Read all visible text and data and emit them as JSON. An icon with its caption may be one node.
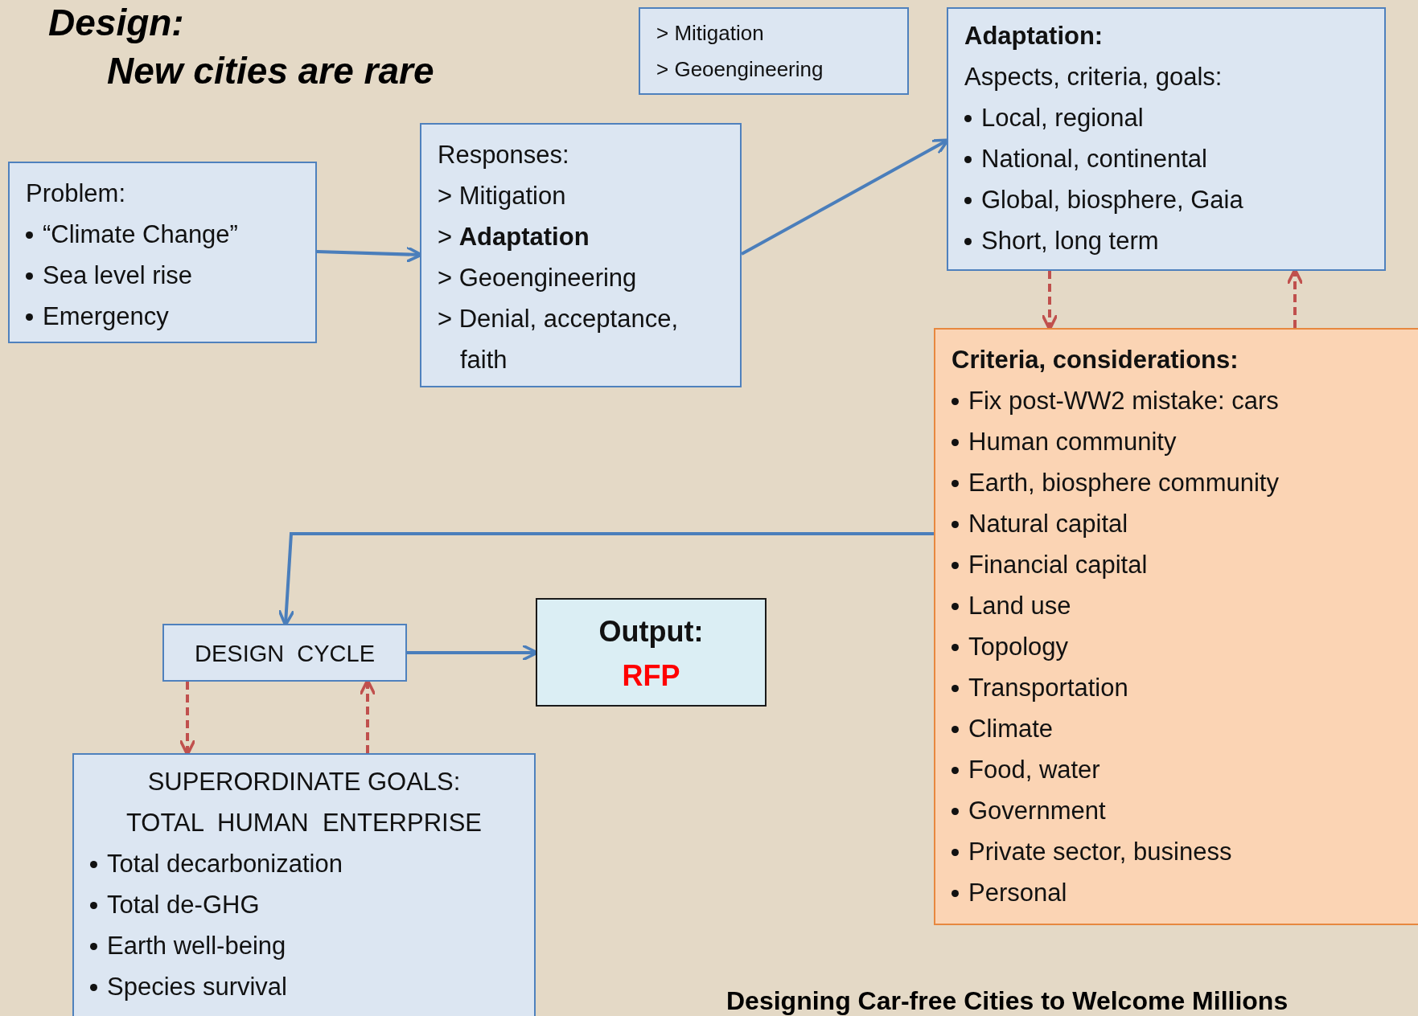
{
  "diagram": {
    "caption": "Designing Car-free Cities to Welcome Millions",
    "nodes": [
      {
        "text": [
          "Problem:",
          "“Climate Change”",
          "Sea level rise",
          "Emergency"
        ]
      },
      {
        "text": [
          "Responses:",
          "> Mitigation",
          "> **Adaptation**",
          "> Geoengineering",
          "> Denial, acceptance, faith"
        ]
      },
      {
        "text": [
          "> Mitigation",
          "> Geoengineering"
        ]
      },
      {
        "text": [
          "Adaptation:",
          "Aspects, criteria, goals:",
          "Local, regional",
          "National, continental",
          "Global, biosphere, Gaia",
          "Short, long term"
        ]
      },
      {
        "text": [
          "Criteria, considerations:",
          "Fix post-WW2 mistake: cars",
          "Human community",
          "Earth, biosphere community",
          "Natural capital",
          "Financial capital",
          "Land use",
          "Topology",
          "Transportation",
          "Climate",
          "Food, water",
          "Government",
          "Private sector, business",
          "Personal"
        ]
      },
      {
        "text": [
          "DESIGN  CYCLE"
        ]
      },
      {
        "text": [
          "Output:",
          "RFP"
        ]
      },
      {
        "text": [
          "SUPERORDINATE GOALS: TOTAL  HUMAN  ENTERPRISE",
          "Total decarbonization",
          "Total de-GHG",
          "Earth well-being",
          "Species survival"
        ]
      }
    ],
    "edges": [
      {
        "from": 0,
        "to": 1,
        "arrow": "to"
      },
      {
        "from": 1,
        "to": 3,
        "arrow": "to"
      },
      {
        "from": 3,
        "to": 4,
        "arrow": "to",
        "style": "dashed",
        "color": "#c0504d"
      },
      {
        "from": 4,
        "to": 3,
        "arrow": "to",
        "style": "dashed",
        "color": "#c0504d"
      },
      {
        "from": 4,
        "to": 5,
        "arrow": "to"
      },
      {
        "from": 5,
        "to": 6,
        "arrow": "to"
      },
      {
        "from": 5,
        "to": 7,
        "arrow": "to",
        "style": "dashed",
        "color": "#c0504d"
      },
      {
        "from": 7,
        "to": 5,
        "arrow": "to",
        "style": "dashed",
        "color": "#c0504d"
      }
    ],
    "labels": [
      "Design:",
      "New cities are rare"
    ]
  }
}
